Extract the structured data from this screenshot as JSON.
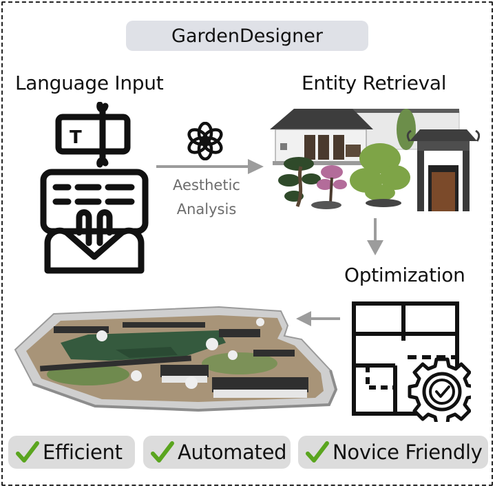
{
  "title": "GardenDesigner",
  "steps": {
    "language_input": "Language Input",
    "entity_retrieval": "Entity Retrieval",
    "optimization": "Optimization"
  },
  "aesthetic_analysis": {
    "line1": "Aesthetic",
    "line2": "Analysis"
  },
  "badges": [
    {
      "label": "Efficient"
    },
    {
      "label": "Automated"
    },
    {
      "label": "Novice Friendly"
    }
  ],
  "colors": {
    "pill": "#dfe1e7",
    "badge": "#dcdcdc",
    "check": "#5aa51f",
    "arrow": "#9c9c9c",
    "text_gray": "#6c6c6c"
  },
  "icons": [
    "robot-keyboard-icon",
    "openai-logo-icon",
    "floorplan-optimization-icon",
    "gear-check-icon",
    "checkmark-icon"
  ]
}
